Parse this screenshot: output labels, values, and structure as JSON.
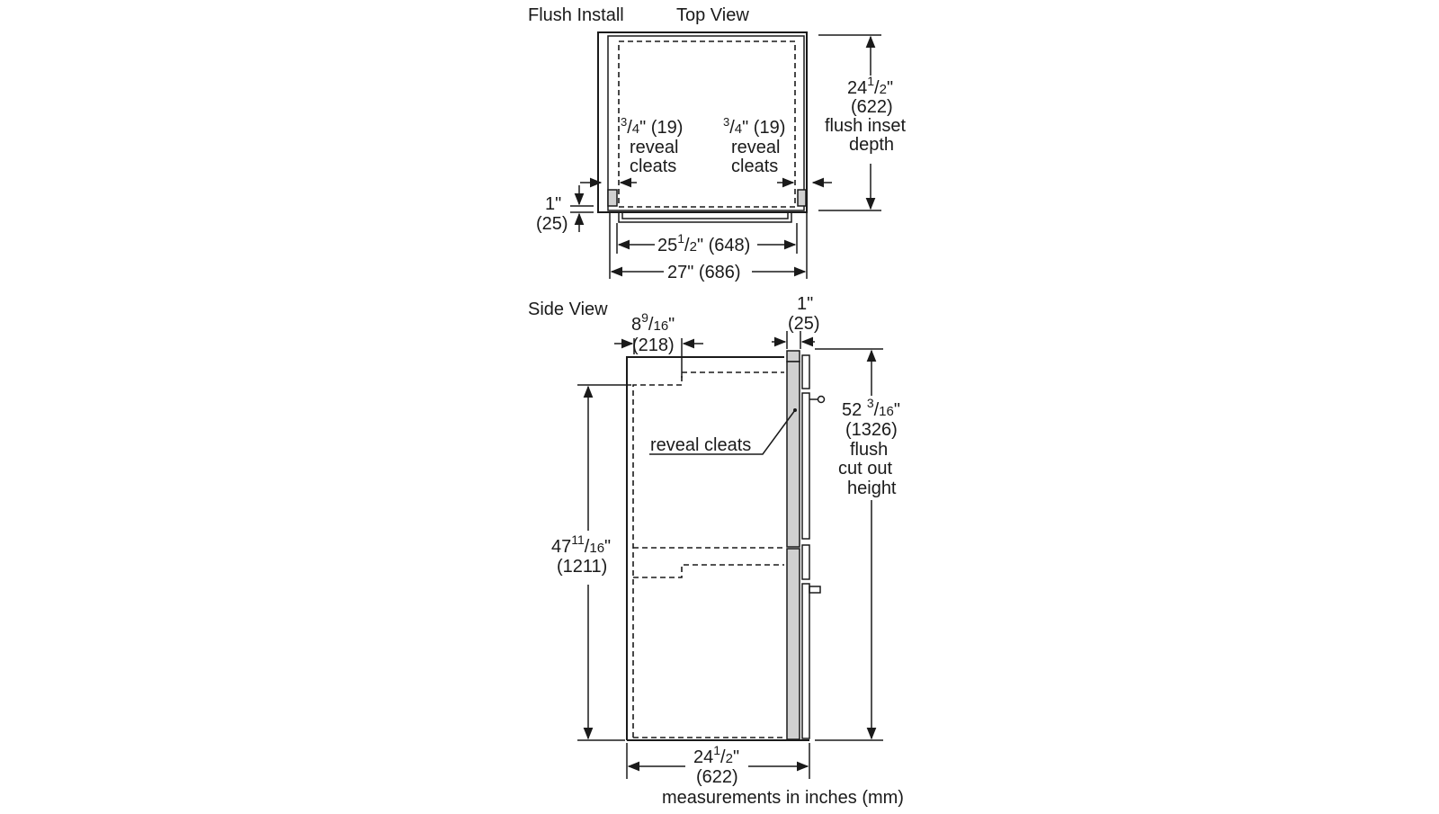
{
  "top_view": {
    "mode_label": "Flush Install",
    "title": "Top View",
    "depth": {
      "whole": "24",
      "num": "1",
      "den": "2",
      "unit": "\"",
      "mm": "(622)",
      "line1": "flush inset",
      "line2": "depth"
    },
    "cleat_left": {
      "num": "3",
      "den": "4",
      "rest": "\" (19)",
      "line1": "reveal",
      "line2": "cleats"
    },
    "cleat_right": {
      "num": "3",
      "den": "4",
      "rest": "\" (19)",
      "line1": "reveal",
      "line2": "cleats"
    },
    "offset": {
      "inch": "1\"",
      "mm": "(25)"
    },
    "inner_width": {
      "whole": "25",
      "num": "1",
      "den": "2",
      "rest": "\" (648)"
    },
    "outer_width": {
      "text": "27\" (686)"
    }
  },
  "side_view": {
    "title": "Side View",
    "cleat_depth": {
      "whole": "8",
      "num": "9",
      "den": "16",
      "unit": "\"",
      "mm": "(218)"
    },
    "panel_thickness": {
      "inch": "1\"",
      "mm": "(25)"
    },
    "cutout_height": {
      "whole": "52 ",
      "num": "3",
      "den": "16",
      "unit": "\"",
      "mm": "(1326)",
      "line1": "flush",
      "line2": "cut out",
      "line3": "height"
    },
    "cleat_height": {
      "whole": "47",
      "num": "11",
      "den": "16",
      "unit": "\"",
      "mm": "(1211)"
    },
    "reveal_label": "reveal cleats",
    "depth": {
      "whole": "24",
      "num": "1",
      "den": "2",
      "unit": "\"",
      "mm": "(622)"
    }
  },
  "footnote": "measurements in inches (mm)"
}
